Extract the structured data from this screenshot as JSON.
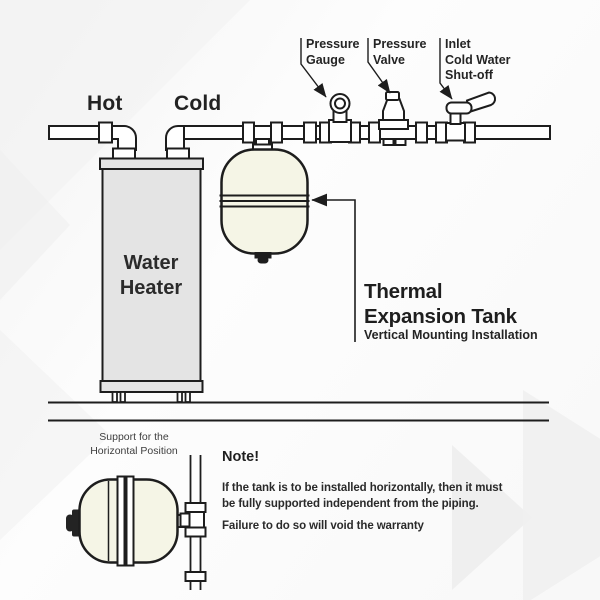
{
  "colors": {
    "line": "#1d1d1d",
    "heater_fill": "#e4e4e4",
    "tank_fill": "#f5f5e6",
    "text": "#1f1f1f",
    "background": "#fafafa"
  },
  "pipe_labels": {
    "hot": "Hot",
    "cold": "Cold"
  },
  "component_labels": {
    "pressure_gauge": [
      "Pressure",
      "Gauge"
    ],
    "pressure_valve": [
      "Pressure",
      "Valve"
    ],
    "inlet_shutoff": [
      "Inlet",
      "Cold Water",
      "Shut-off"
    ]
  },
  "water_heater": {
    "label": [
      "Water",
      "Heater"
    ]
  },
  "expansion_tank": {
    "title": [
      "Thermal",
      "Expansion Tank"
    ],
    "subtitle": "Vertical Mounting Installation"
  },
  "horizontal_support": {
    "label": [
      "Support for the",
      "Horizontal Position"
    ]
  },
  "note": {
    "title": "Note!",
    "body": [
      "If the tank is to be installed horizontally, then it must",
      "be fully supported independent from the piping."
    ],
    "warning": "Failure to do so will void the warranty"
  }
}
